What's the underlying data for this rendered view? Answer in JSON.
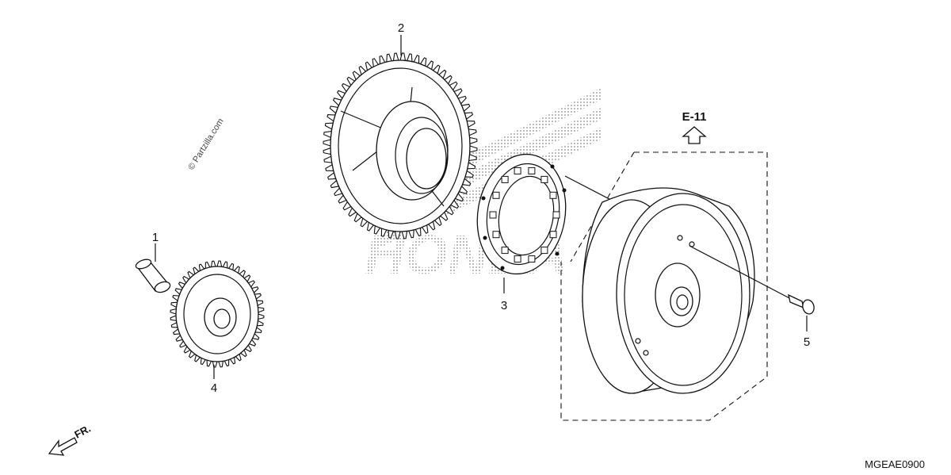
{
  "parts": [
    {
      "id": "1",
      "label": "1"
    },
    {
      "id": "2",
      "label": "2"
    },
    {
      "id": "3",
      "label": "3"
    },
    {
      "id": "4",
      "label": "4"
    },
    {
      "id": "5",
      "label": "5"
    }
  ],
  "reference": {
    "label": "E-11"
  },
  "direction": {
    "label": "FR."
  },
  "diagram_code": "MGEAE0900",
  "copyright": "© Partzilla.com",
  "watermark": {
    "text": "HONDA",
    "color": "#b8b8b8"
  },
  "colors": {
    "line": "#111111",
    "background": "#ffffff"
  }
}
